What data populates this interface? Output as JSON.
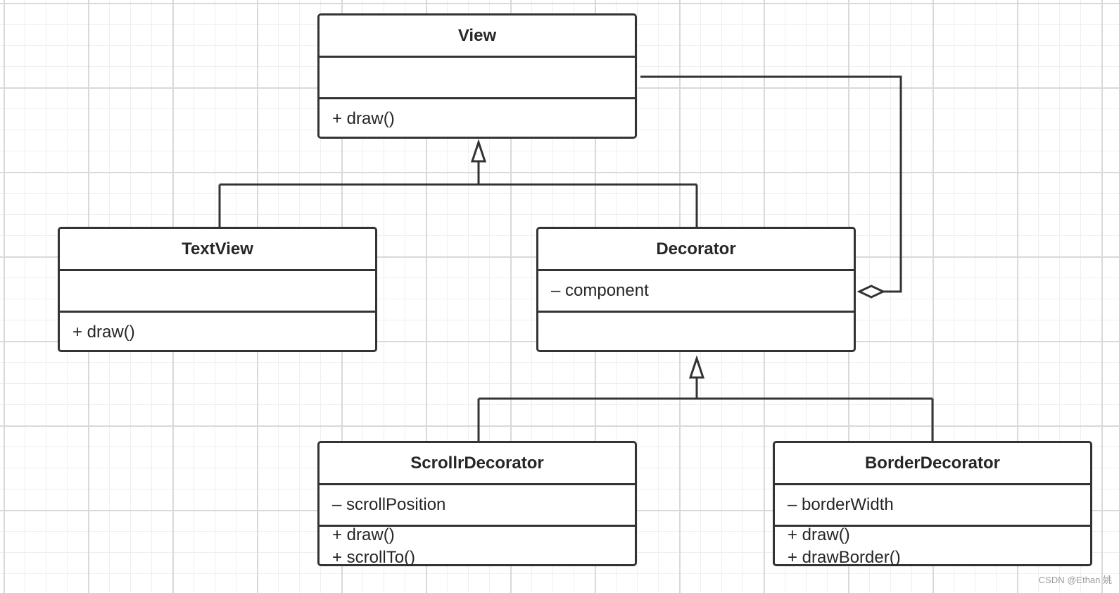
{
  "classes": {
    "view": {
      "name": "View",
      "attributes": [],
      "methods": [
        "+ draw()"
      ]
    },
    "textview": {
      "name": "TextView",
      "attributes": [],
      "methods": [
        "+ draw()"
      ]
    },
    "decorator": {
      "name": "Decorator",
      "attributes": [
        "– component"
      ],
      "methods": []
    },
    "scroll": {
      "name": "ScrollrDecorator",
      "attributes": [
        "– scrollPosition"
      ],
      "methods": [
        "+ draw()",
        "+ scrollTo()"
      ]
    },
    "border": {
      "name": "BorderDecorator",
      "attributes": [
        "– borderWidth"
      ],
      "methods": [
        "+ draw()",
        "+ drawBorder()"
      ]
    }
  },
  "relations": [
    {
      "type": "generalization",
      "from": "TextView",
      "to": "View"
    },
    {
      "type": "generalization",
      "from": "Decorator",
      "to": "View"
    },
    {
      "type": "generalization",
      "from": "ScrollrDecorator",
      "to": "Decorator"
    },
    {
      "type": "generalization",
      "from": "BorderDecorator",
      "to": "Decorator"
    },
    {
      "type": "aggregation",
      "whole": "Decorator",
      "part": "View"
    }
  ],
  "colors": {
    "stroke": "#333333",
    "text": "#262626",
    "grid_major": "#d9d9d9",
    "grid_minor": "#efefef",
    "watermark": "#9a9a9a"
  },
  "watermark": "CSDN @Ethan 姚"
}
